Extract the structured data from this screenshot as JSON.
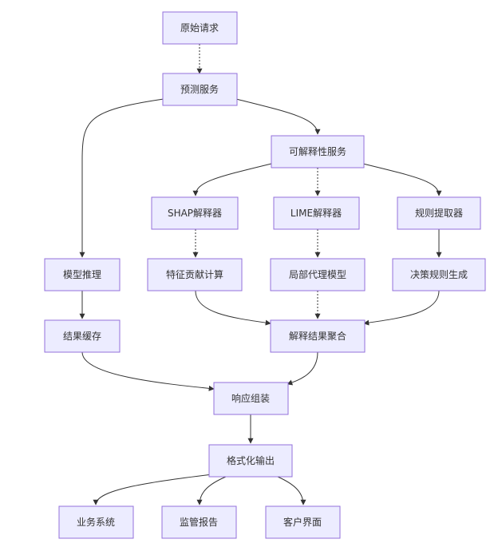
{
  "nodes": {
    "A": "原始请求",
    "B": "预测服务",
    "C": "可解释性服务",
    "D": "SHAP解释器",
    "E": "LIME解释器",
    "F": "规则提取器",
    "G": "模型推理",
    "H": "特征贡献计算",
    "I": "局部代理模型",
    "J": "决策规则生成",
    "K": "结果缓存",
    "L": "解释结果聚合",
    "M": "响应组装",
    "N": "格式化输出",
    "O": "业务系统",
    "P": "监管报告",
    "Q": "客户界面"
  },
  "edges": [
    {
      "from": "A",
      "to": "B",
      "style": "dotted"
    },
    {
      "from": "B",
      "to": "G",
      "style": "solid"
    },
    {
      "from": "B",
      "to": "C",
      "style": "solid"
    },
    {
      "from": "C",
      "to": "D",
      "style": "solid"
    },
    {
      "from": "C",
      "to": "E",
      "style": "dotted"
    },
    {
      "from": "C",
      "to": "F",
      "style": "solid"
    },
    {
      "from": "D",
      "to": "H",
      "style": "dotted"
    },
    {
      "from": "E",
      "to": "I",
      "style": "dotted"
    },
    {
      "from": "F",
      "to": "J",
      "style": "solid"
    },
    {
      "from": "G",
      "to": "K",
      "style": "solid"
    },
    {
      "from": "H",
      "to": "L",
      "style": "solid"
    },
    {
      "from": "I",
      "to": "L",
      "style": "dotted"
    },
    {
      "from": "J",
      "to": "L",
      "style": "solid"
    },
    {
      "from": "K",
      "to": "M",
      "style": "solid"
    },
    {
      "from": "L",
      "to": "M",
      "style": "solid"
    },
    {
      "from": "M",
      "to": "N",
      "style": "solid"
    },
    {
      "from": "N",
      "to": "O",
      "style": "solid"
    },
    {
      "from": "N",
      "to": "P",
      "style": "solid"
    },
    {
      "from": "N",
      "to": "Q",
      "style": "solid"
    }
  ],
  "colors": {
    "node_fill": "#ECECFF",
    "node_border": "#9370DB",
    "edge": "#333333",
    "text": "#333333"
  }
}
